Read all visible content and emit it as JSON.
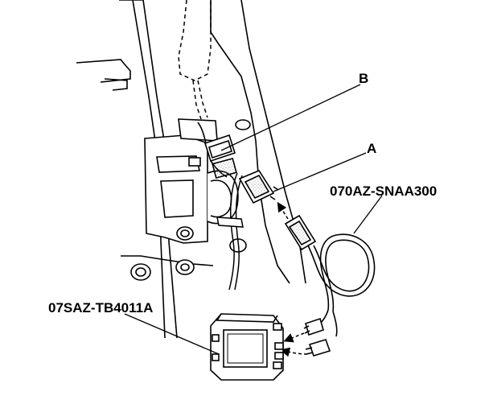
{
  "labels": {
    "b": "B",
    "a": "A",
    "harness_part": "070AZ-SNAA300",
    "tester_part": "07SAZ-TB4011A"
  }
}
